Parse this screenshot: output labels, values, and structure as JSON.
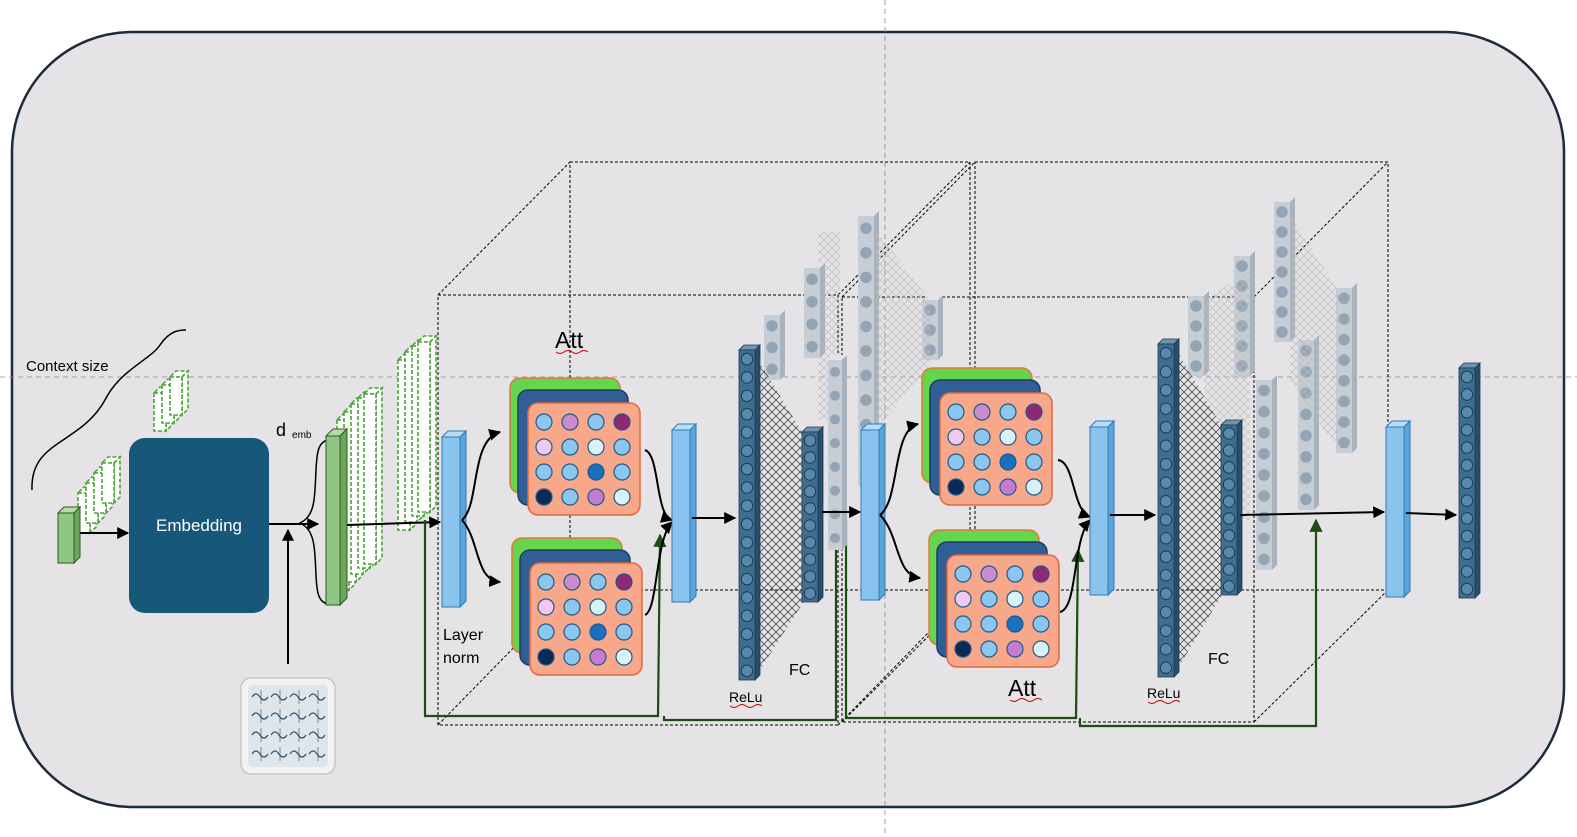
{
  "labels": {
    "context_size": "Context size",
    "embedding": "Embedding",
    "d": "d",
    "emb_sub": "emb",
    "att_1": "Att",
    "att_2": "Att",
    "layer": "Layer",
    "norm": "norm",
    "relu_1": "ReLu",
    "relu_2": "ReLu",
    "fc_1": "FC",
    "fc_2": "FC"
  },
  "colors": {
    "frame_fill": "#e5e3e6",
    "frame_stroke": "#1c2b3a",
    "embedding_block": "#17587a",
    "token_green": "#8fc683",
    "layer_blue": "#8ac4ee",
    "column_dark": "#3f6f8f",
    "column_gray": "#c7cdd4",
    "att_salmon": "#f7a78a",
    "att_green": "#66d54e",
    "att_navy": "#2f5f95",
    "residual_green": "#1d4d14"
  },
  "attention_matrix_dots": [
    [
      "#8ac6ee",
      "#c98ccc",
      "#8ac6ee",
      "#8e2872"
    ],
    [
      "#f1c9ee",
      "#8ac6ee",
      "#d8f2f8",
      "#8ac6ee"
    ],
    [
      "#8ac6ee",
      "#8ac6ee",
      "#1a6fbf",
      "#8ac6ee"
    ],
    [
      "#0b2a55",
      "#8ac6ee",
      "#c37ccf",
      "#d8f2f8"
    ]
  ]
}
